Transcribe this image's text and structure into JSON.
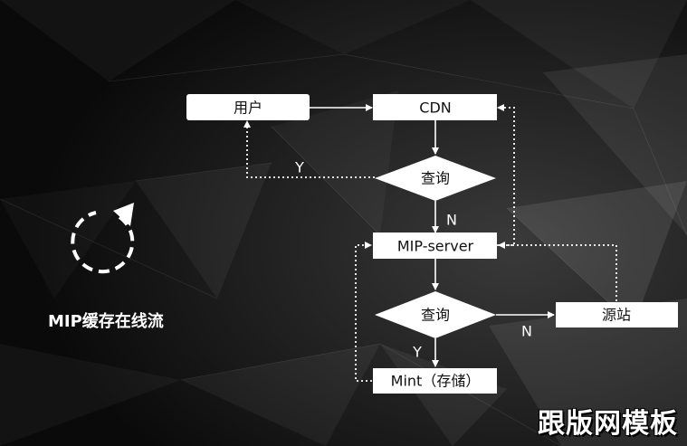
{
  "nodes": {
    "user": "用户",
    "cdn": "CDN",
    "query1": "查询",
    "mip_server": "MIP-server",
    "query2": "查询",
    "origin": "源站",
    "mint": "Mint（存储）"
  },
  "edge_labels": {
    "query1_yes": "Y",
    "query1_no": "N",
    "query2_no": "N",
    "query2_yes": "Y"
  },
  "title": "MIP缓存在线流",
  "watermark": "跟版网模板",
  "colors": {
    "background": "#0e0e0e",
    "node_fill": "#ffffff",
    "line": "#ffffff"
  },
  "icons": {
    "cycle": "refresh-cycle-icon"
  }
}
